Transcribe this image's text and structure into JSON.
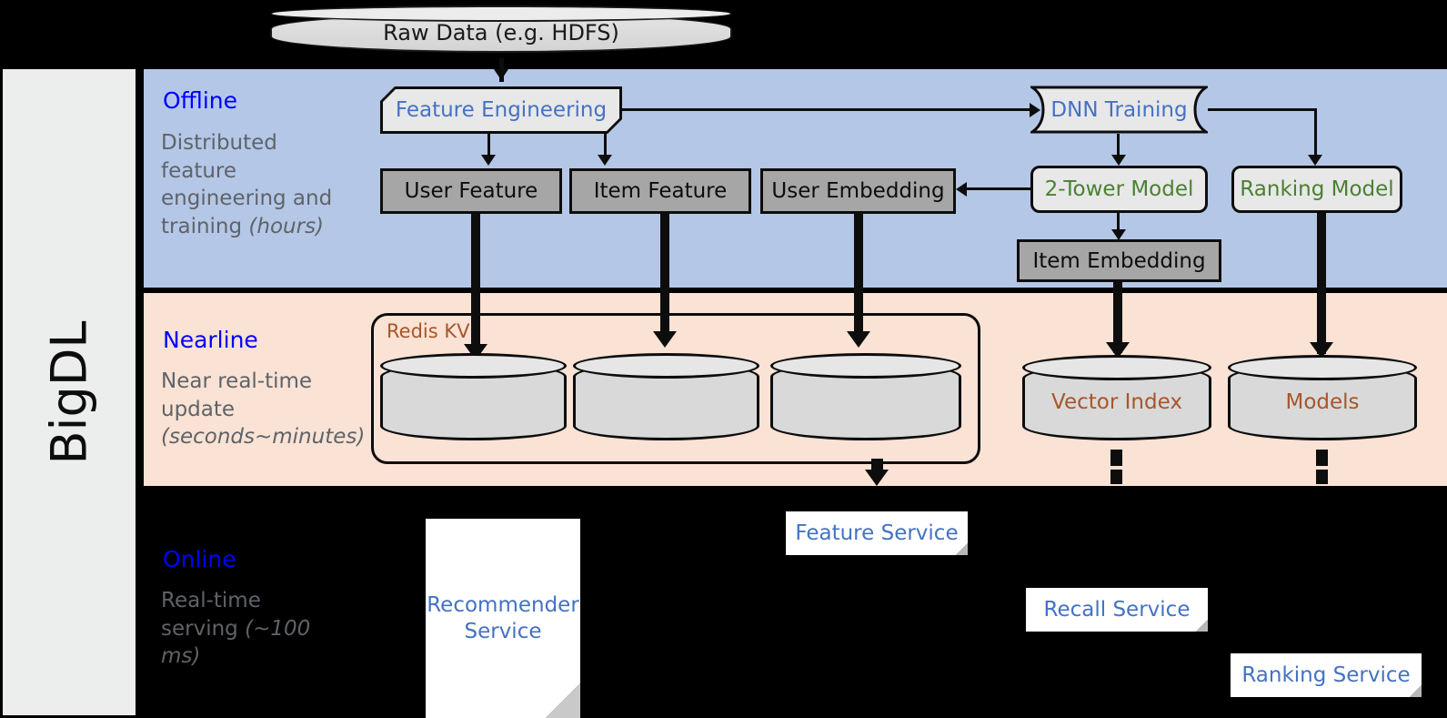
{
  "framework": {
    "name": "BigDL"
  },
  "source": {
    "label": "Raw Data (e.g. HDFS)"
  },
  "bands": [
    {
      "title": "Offline",
      "subtitle_plain": "Distributed feature engineering and training ",
      "subtitle_italic": "(hours)"
    },
    {
      "title": "Nearline",
      "subtitle_plain": "Near real-time update ",
      "subtitle_italic": "(seconds~minutes)"
    },
    {
      "title": "Online",
      "subtitle_plain": "Real-time serving ",
      "subtitle_italic": "(~100 ms)"
    }
  ],
  "offline": {
    "feature_engineering": "Feature Engineering",
    "dnn_training": "DNN Training",
    "user_feature": "User Feature",
    "item_feature": "Item Feature",
    "user_embedding": "User Embedding",
    "two_tower_model": "2-Tower Model",
    "ranking_model": "Ranking Model",
    "item_embedding": "Item Embedding"
  },
  "nearline": {
    "redis_kv": "Redis KV",
    "store_user_feature": "",
    "store_item_feature": "",
    "store_user_embedding": "",
    "vector_index": "Vector Index",
    "models": "Models"
  },
  "online": {
    "recommender_service": "Recommender\nService",
    "feature_service": "Feature Service",
    "recall_service": "Recall Service",
    "ranking_service": "Ranking Service"
  },
  "colors": {
    "offline_band": "#b4c7e7",
    "nearline_band": "#fae2d4",
    "online_band": "#000000",
    "band_title": "#0000ff",
    "band_subtitle": "#5f6368",
    "blue_text": "#4472c4",
    "green_text": "#4a8132",
    "brown_text": "#a8562a",
    "gray_box": "#a6a6a6",
    "light_box": "#e8e8e8",
    "rail_bg": "#eceded"
  }
}
